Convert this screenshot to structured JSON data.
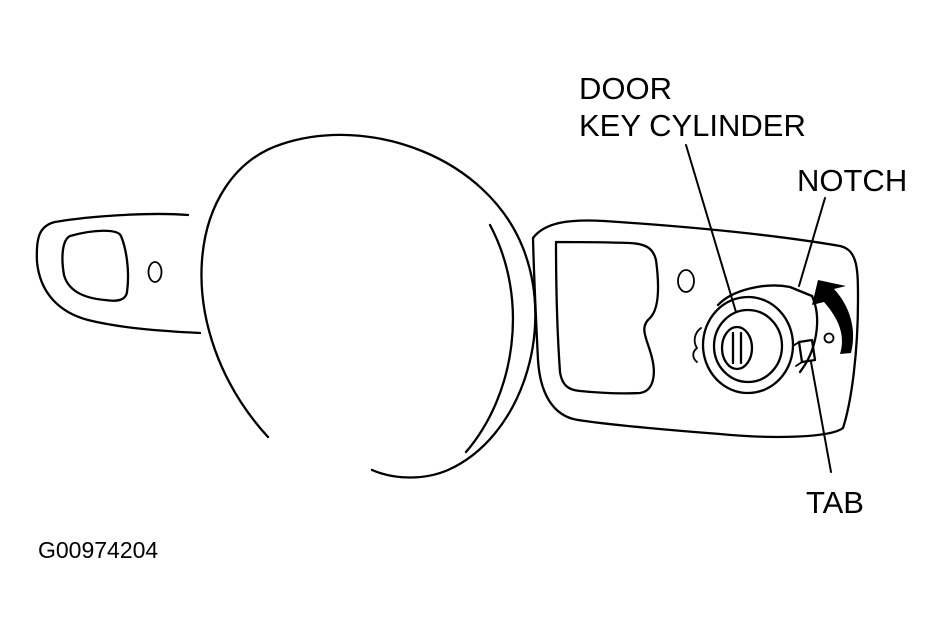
{
  "labels": {
    "door_key_cylinder_line1": "DOOR",
    "door_key_cylinder_line2": "KEY CYLINDER",
    "notch": "NOTCH",
    "tab": "TAB"
  },
  "figure_id": "G00974204",
  "colors": {
    "ink": "#000000",
    "background": "#ffffff"
  }
}
